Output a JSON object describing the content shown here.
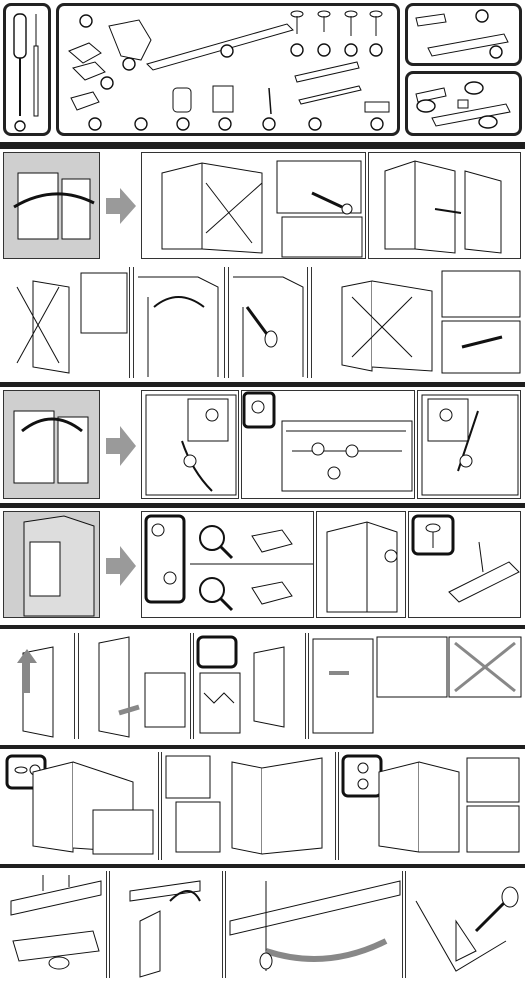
{
  "document": {
    "type": "installation-instructions",
    "sections": [
      {
        "id": "parts",
        "label": ""
      },
      {
        "id": "door-reverse",
        "label": ""
      },
      {
        "id": "hinge-swap",
        "label": ""
      },
      {
        "id": "door-fit",
        "label": ""
      },
      {
        "id": "niche-install",
        "label": ""
      },
      {
        "id": "slide-in",
        "label": ""
      },
      {
        "id": "door-align",
        "label": ""
      },
      {
        "id": "trim-fit",
        "label": ""
      }
    ]
  },
  "icons": {
    "screw": "screw-icon",
    "screwdriver": "screwdriver-icon",
    "hinge": "hinge-icon",
    "arrow": "arrow-right-icon",
    "magnifier": "magnifier-icon",
    "cross": "cross-icon"
  },
  "colors": {
    "line": "#1f1f1f",
    "panel_grey": "#cfcfcf",
    "arrow_grey": "#9a9a9a"
  }
}
